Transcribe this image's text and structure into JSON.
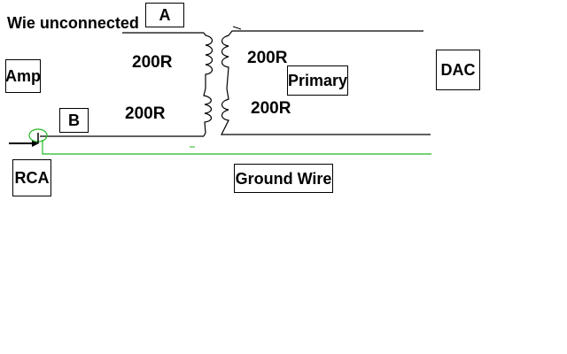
{
  "colors": {
    "line": "#000000",
    "ground": "#22bb22",
    "background": "#ffffff"
  },
  "labels": {
    "unconnected": "Wie unconnected",
    "terminal_a": "A",
    "terminal_b": "B",
    "amp": "Amp",
    "dac": "DAC",
    "rca": "RCA",
    "primary": "Primary",
    "ground_wire": "Ground Wire",
    "resistance_secondary_top": "200R",
    "resistance_secondary_bottom": "200R",
    "resistance_primary_top": "200R",
    "resistance_primary_bottom": "200R"
  }
}
